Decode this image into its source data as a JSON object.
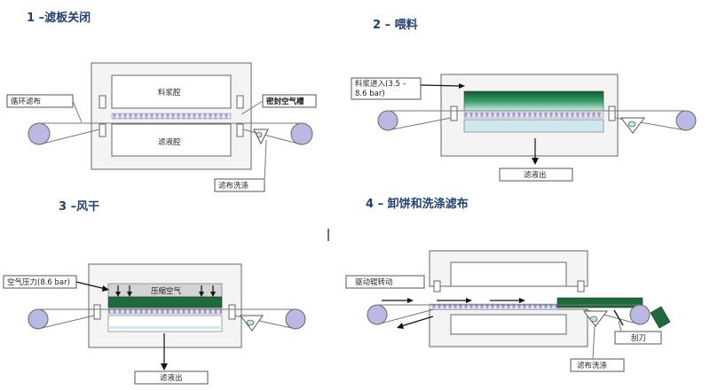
{
  "panels": [
    {
      "title": "1 –滤板关闭",
      "labels": {
        "slurry_chamber": "料浆腔",
        "filtrate_chamber": "滤液腔",
        "loop_cloth": "循环滤布",
        "seal_groove": "密封空气槽",
        "cloth_wash": "滤布洗涤"
      }
    },
    {
      "title": "2 – 喂料",
      "labels": {
        "slurry_in": "料浆进入(3.5 –\n8.6 bar)",
        "filtrate_out": "滤液出"
      }
    },
    {
      "title": "3 –风干",
      "labels": {
        "air_pressure": "空气压力(8.6 bar)",
        "compressed_air": "压缩空气",
        "filtrate_out": "滤液出"
      }
    },
    {
      "title": "4 – 卸饼和洗涤滤布",
      "labels": {
        "drive_roller": "驱动辊转动",
        "scraper": "刮刀",
        "cloth_wash": "滤布洗涤"
      }
    }
  ],
  "colors": {
    "title": "#1f3f78",
    "cake_green": "#1d6b3a",
    "roller": "#b9b9e3",
    "filtrate_blue": "#cfe8ee",
    "cloth_dots": "#9a9ad6"
  },
  "icons": [
    "arrow-down-icon",
    "arrow-right-icon",
    "arrow-left-icon",
    "wash-nozzle-icon"
  ]
}
